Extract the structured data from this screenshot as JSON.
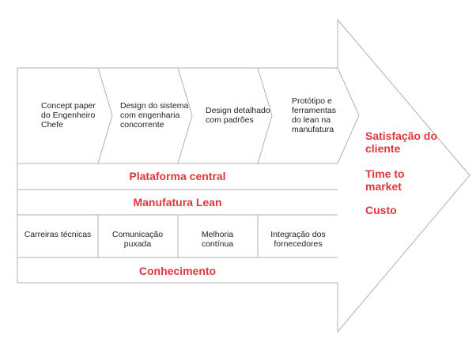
{
  "colors": {
    "accent": "#e0353b",
    "stroke": "#b0b0b0",
    "text": "#222222"
  },
  "process_steps": [
    {
      "label": "Concept paper do Engenheiro Chefe"
    },
    {
      "label": "Design do sistema com engenharia concorrente"
    },
    {
      "label": "Design detalhado com padrões"
    },
    {
      "label": "Protótipo e ferramentas do lean na manufatura"
    }
  ],
  "bars": {
    "platform": "Plataforma central",
    "lean": "Manufatura Lean",
    "knowledge": "Conhecimento"
  },
  "support_boxes": [
    {
      "label": "Carreiras técnicas"
    },
    {
      "label": "Comunicação puxada"
    },
    {
      "label": "Melhoria contínua"
    },
    {
      "label": "Integração dos fornecedores"
    }
  ],
  "outcomes": [
    {
      "label": "Satisfação do cliente"
    },
    {
      "label": "Time to market"
    },
    {
      "label": "Custo"
    }
  ]
}
